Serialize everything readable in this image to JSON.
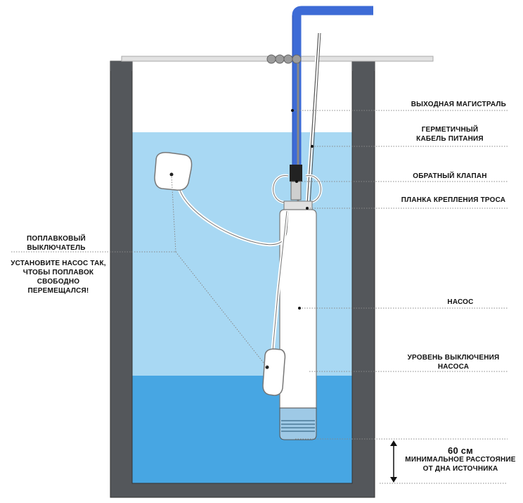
{
  "labels": {
    "outlet_pipe": "ВЫХОДНАЯ МАГИСТРАЛЬ",
    "power_cable_line1": "ГЕРМЕТИЧНЫЙ",
    "power_cable_line2": "КАБЕЛЬ ПИТАНИЯ",
    "check_valve": "ОБРАТНЫЙ КЛАПАН",
    "rope_bracket": "ПЛАНКА КРЕПЛЕНИЯ ТРОСА",
    "float_switch_line1": "ПОПЛАВКОВЫЙ",
    "float_switch_line2": "ВЫКЛЮЧАТЕЛЬ",
    "install_note_line1": "УСТАНОВИТЕ НАСОС ТАК,",
    "install_note_line2": "ЧТОБЫ ПОПЛАВОК",
    "install_note_line3": "СВОБОДНО ПЕРЕМЕЩАЛСЯ!",
    "pump": "НАСОС",
    "shutoff_level_line1": "УРОВЕНЬ ВЫКЛЮЧЕНИЯ",
    "shutoff_level_line2": "НАСОСА",
    "min_distance_value": "60 см",
    "min_distance_line1": "МИНИМАЛЬНОЕ РАССТОЯНИЕ",
    "min_distance_line2": "ОТ ДНА ИСТОЧНИКА"
  },
  "colors": {
    "well_wall": "#54575b",
    "water_upper": "#a8d8f3",
    "water_lower": "#47a6e3",
    "outlet_pipe": "#3d6bd6",
    "pump_body": "#ffffff",
    "leader_line": "#888888"
  }
}
